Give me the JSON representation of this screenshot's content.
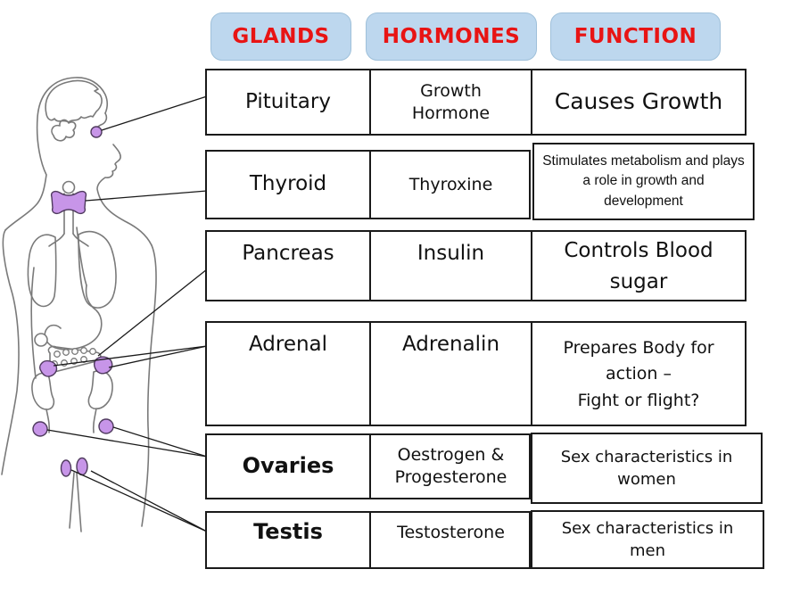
{
  "title": "Glands, hormones and functions diagram",
  "headers": [
    {
      "label": "GLANDS"
    },
    {
      "label": "HORMONES"
    },
    {
      "label": "FUNCTION"
    }
  ],
  "rows": [
    {
      "gland": "Pituitary",
      "hormone": "Growth\nHormone",
      "function": "Causes Growth"
    },
    {
      "gland": "Thyroid",
      "hormone": "Thyroxine",
      "function": "Stimulates metabolism and plays a role in growth and development"
    },
    {
      "gland": "Pancreas",
      "hormone": "Insulin",
      "function": "Controls Blood\nsugar"
    },
    {
      "gland": "Adrenal",
      "hormone": "Adrenalin",
      "function": "Prepares Body for\naction –\nFight or flight?"
    },
    {
      "gland": "Ovaries",
      "hormone": "Oestrogen &\nProgesterone",
      "function": "Sex characteristics in\nwomen"
    },
    {
      "gland": "Testis",
      "hormone": "Testosterone",
      "function": "Sex characteristics in\nmen"
    }
  ],
  "diagram": {
    "description": "Outline of human body (head in profile with brain) showing endocrine glands highlighted in purple, each connected by a line to its table row",
    "gland_markers": [
      "pituitary",
      "thyroid",
      "pancreas",
      "adrenal-left",
      "adrenal-right",
      "ovary-left",
      "ovary-right",
      "testis-left",
      "testis-right"
    ]
  },
  "colors": {
    "header_bg": "#bdd7ee",
    "header_text": "#e81414",
    "table_border": "#1a1a1a",
    "body_outline": "#7a7a7a",
    "gland_fill": "#c795e8",
    "gland_stroke": "#4f3a5e",
    "connector_line": "#1a1a1a"
  }
}
